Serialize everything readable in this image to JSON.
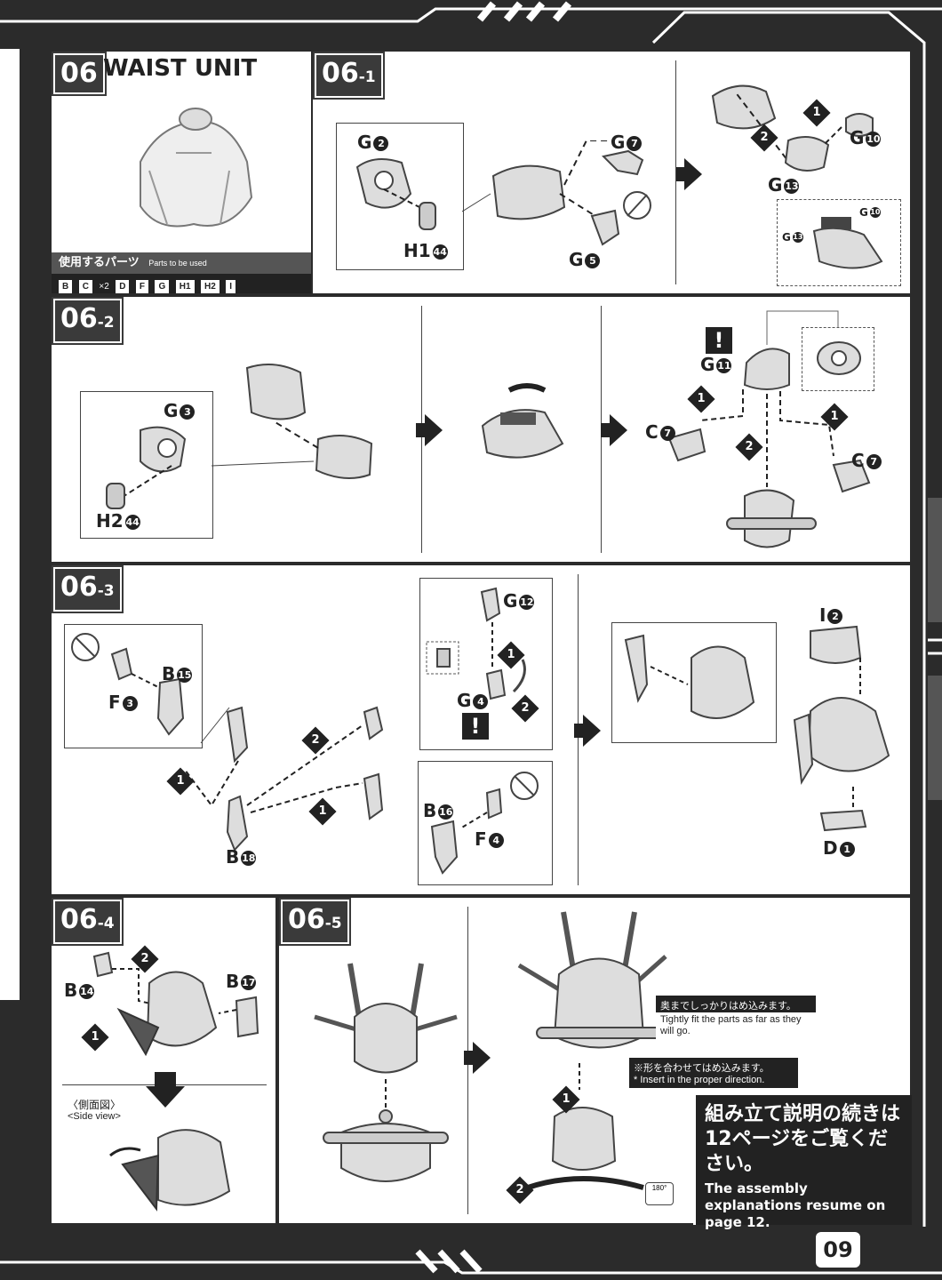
{
  "step06": {
    "number": "06",
    "title": "WAIST UNIT",
    "parts_label_ja": "使用するパーツ",
    "parts_label_en": "Parts to be used",
    "parts_list": [
      "B",
      "C",
      "×2",
      "D",
      "F",
      "G",
      "H1",
      "H2",
      "I"
    ]
  },
  "step06_1": {
    "number": "06",
    "sub": "-1",
    "labels": {
      "g2": "G",
      "h1": "H1",
      "g7": "G",
      "g5": "G",
      "g10": "G",
      "g13": "G",
      "g10_small": "G",
      "g13_small": "G"
    },
    "circles": {
      "g2": "2",
      "h1": "44",
      "g7": "7",
      "g5": "5",
      "g10": "10",
      "g13": "13",
      "g10_small": "10",
      "g13_small": "13"
    },
    "markers": {
      "m1": "1",
      "m2": "2"
    }
  },
  "step06_2": {
    "number": "06",
    "sub": "-2",
    "labels": {
      "g3": "G",
      "h2": "H2",
      "g11": "G",
      "c7a": "C",
      "c7b": "C"
    },
    "circles": {
      "g3": "3",
      "h2": "44",
      "g11": "11",
      "c7a": "7",
      "c7b": "7"
    },
    "markers": {
      "m1a": "1",
      "m1b": "1",
      "m2": "2"
    },
    "warn": "!"
  },
  "step06_3": {
    "number": "06",
    "sub": "-3",
    "labels": {
      "b15": "B",
      "f3": "F",
      "b18": "B",
      "g12": "G",
      "g4": "G",
      "b16": "B",
      "f4": "F",
      "i2": "I",
      "d1": "D"
    },
    "circles": {
      "b15": "15",
      "f3": "3",
      "b18": "18",
      "g12": "12",
      "g4": "4",
      "b16": "16",
      "f4": "4",
      "i2": "2",
      "d1": "1"
    },
    "markers": {
      "m1a": "1",
      "m2a": "2",
      "m1b": "1",
      "m1c": "1",
      "m2b": "2"
    },
    "warn": "!"
  },
  "step06_4": {
    "number": "06",
    "sub": "-4",
    "labels": {
      "b14": "B",
      "b17": "B"
    },
    "circles": {
      "b14": "14",
      "b17": "17"
    },
    "markers": {
      "m1": "1",
      "m2": "2"
    },
    "side_view_ja": "〈側面図〉",
    "side_view_en": "<Side view>"
  },
  "step06_5": {
    "number": "06",
    "sub": "-5",
    "note1_ja": "奥までしっかりはめ込みます。",
    "note1_en": "Tightly fit the parts as far as they will go.",
    "note2_ja": "※形を合わせてはめ込みます。",
    "note2_en": "* Insert in the proper direction.",
    "markers": {
      "m1": "1",
      "m2": "2"
    },
    "rotate": "180°"
  },
  "continue_box": {
    "ja": "組み立て説明の続きは12ページをご覧ください。",
    "en": "The assembly explanations resume on page 12."
  },
  "page_number": "09"
}
